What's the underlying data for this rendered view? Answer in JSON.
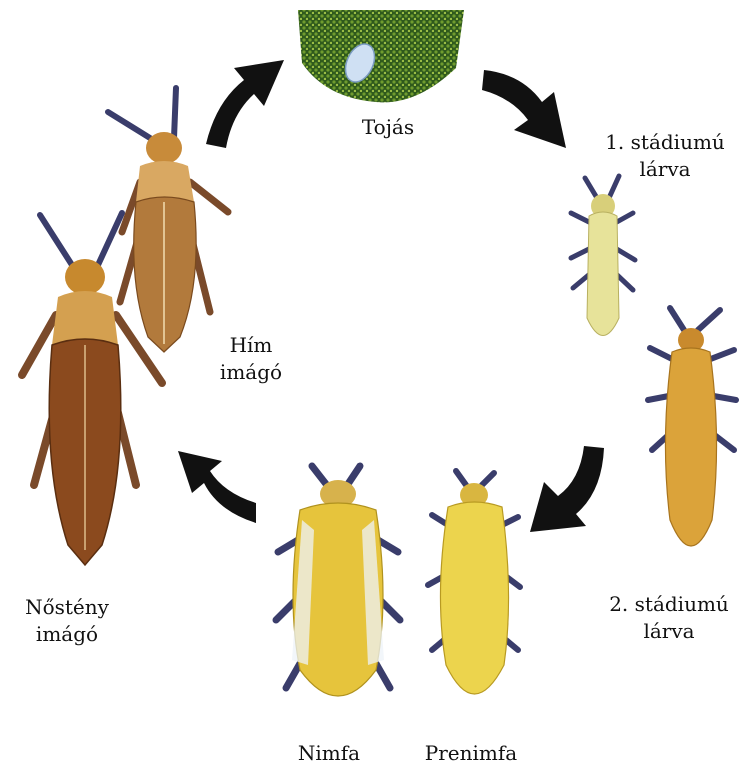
{
  "stages": {
    "egg": "Tojás",
    "larva1_line1": "1. stádiumú",
    "larva1_line2": "lárva",
    "larva2_line1": "2. stádiumú",
    "larva2_line2": "lárva",
    "prepupa": "Prenimfa",
    "pupa": "Nimfa",
    "female_line1": "Nőstény",
    "female_line2": "imágó",
    "male_line1": "Hím",
    "male_line2": "imágó"
  },
  "colors": {
    "arrow": "#111111",
    "leaf": "#2f5a1c",
    "egg": "#cfe0f3",
    "larva1": "#e7e39a",
    "larva2": "#dba33a",
    "prepupa": "#ecd44d",
    "pupa": "#e6c43c",
    "female": "#8b4a1e",
    "male": "#b27a3c",
    "legs": "#3a3d6b"
  }
}
